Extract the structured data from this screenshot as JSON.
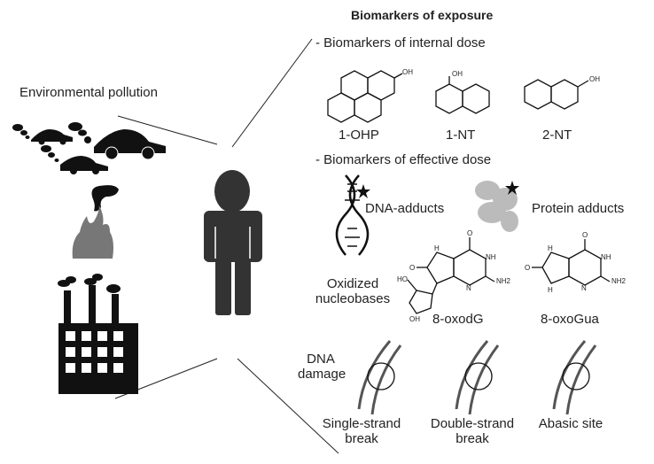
{
  "title": "Biomarkers of exposure",
  "source_label": "Environmental pollution",
  "sections": {
    "internal_dose": "- Biomarkers of internal dose",
    "effective_dose": "- Biomarkers of effective dose"
  },
  "internal_molecules": [
    {
      "label": "1-OHP",
      "substituent": "OH"
    },
    {
      "label": "1-NT",
      "substituent": "OH"
    },
    {
      "label": "2-NT",
      "substituent": "OH"
    }
  ],
  "adducts": {
    "dna": "DNA-adducts",
    "protein": "Protein adducts"
  },
  "oxidized": {
    "label_line1": "Oxidized",
    "label_line2": "nucleobases",
    "molecules": [
      {
        "label": "8-oxodG"
      },
      {
        "label": "8-oxoGua"
      }
    ],
    "atoms": {
      "o": "O",
      "nh": "NH",
      "h": "H",
      "n": "N",
      "nh2": "NH2",
      "ho": "HO",
      "oh": "OH"
    }
  },
  "dna_damage": {
    "label_line1": "DNA",
    "label_line2": "damage",
    "types": [
      {
        "line1": "Single-strand",
        "line2": "break"
      },
      {
        "line1": "Double-strand",
        "line2": "break"
      },
      {
        "line1": "Abasic site",
        "line2": ""
      }
    ]
  },
  "colors": {
    "person": "#333333",
    "fire": "#777777",
    "ink": "#111111"
  }
}
